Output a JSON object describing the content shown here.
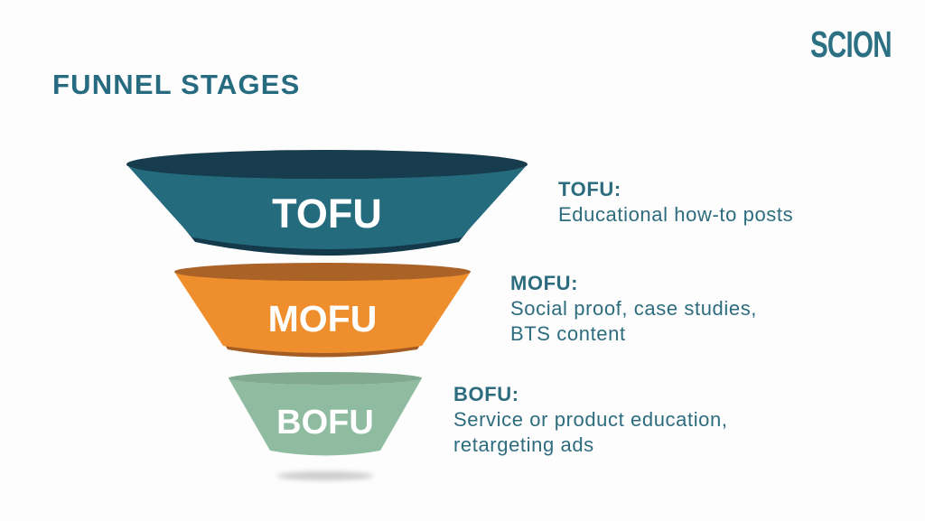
{
  "brand": {
    "logo_text": "SCION",
    "color": "#2c7084"
  },
  "header": {
    "title": "FUNNEL STAGES",
    "color": "#266b80"
  },
  "palette": {
    "background": "#fdfdfd",
    "description_text": "#2d6c7e",
    "stage_label_text": "#ffffff",
    "shadow": "#a6a6a6"
  },
  "funnel": {
    "stages": [
      {
        "id": "tofu",
        "label": "TOFU",
        "body_color": "#246b7e",
        "top_color": "#163c4d",
        "lip_color": "#14394a",
        "description_label": "TOFU:",
        "description_lines": [
          "Educational how-to posts"
        ]
      },
      {
        "id": "mofu",
        "label": "MOFU",
        "body_color": "#ef8e2d",
        "top_color": "#ab6226",
        "lip_color": "#a35d24",
        "description_label": "MOFU:",
        "description_lines": [
          "Social proof, case studies,",
          "BTS content"
        ]
      },
      {
        "id": "bofu",
        "label": "BOFU",
        "body_color": "#8fbca1",
        "top_color": "#82aa91",
        "description_label": "BOFU:",
        "description_lines": [
          "Service or product education,",
          "retargeting ads"
        ]
      }
    ]
  }
}
